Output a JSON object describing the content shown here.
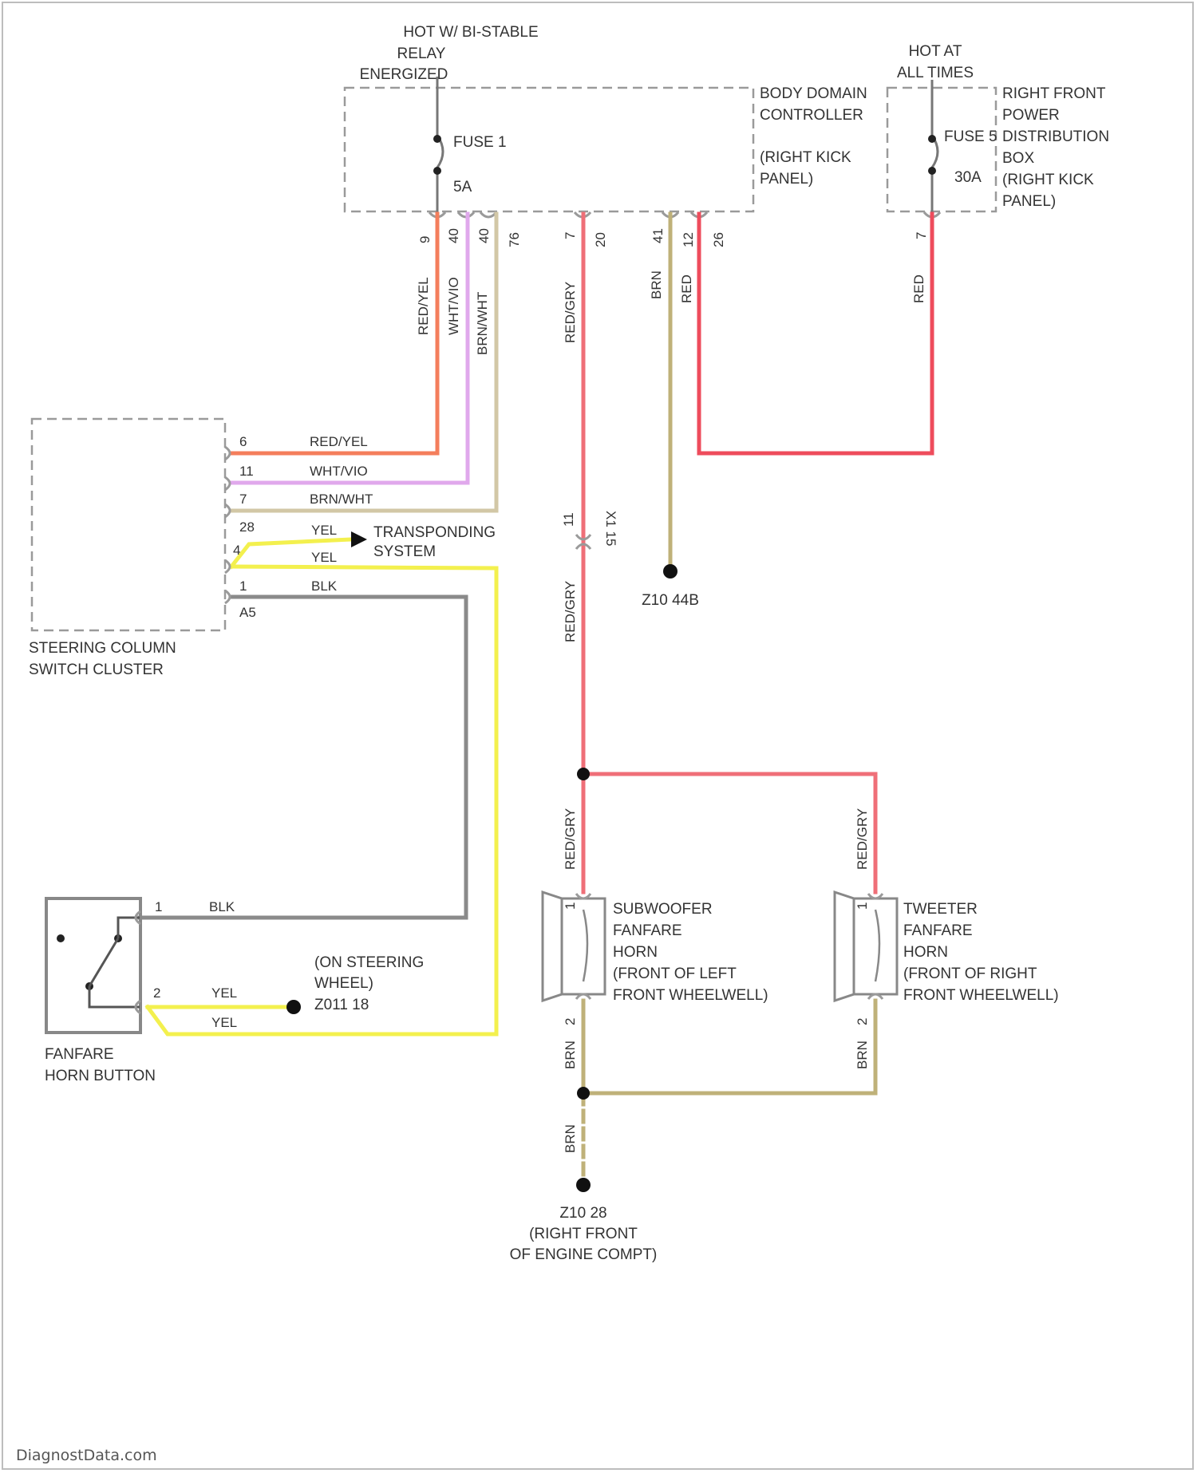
{
  "colors": {
    "red_yel": "#f47e5c",
    "wht_vio": "#e0a8ec",
    "brn_wht": "#d2c7a6",
    "red_gry": "#ef6f78",
    "red": "#ee4c5c",
    "brn": "#bfb179",
    "yel": "#f3f04e",
    "blk": "#8a8a8a"
  },
  "labels": {
    "hot_bistable": [
      "HOT W/ BI-STABLE",
      "RELAY",
      "ENERGIZED"
    ],
    "hot_all_times": [
      "HOT AT",
      "ALL TIMES"
    ],
    "bdc": [
      "BODY DOMAIN",
      "CONTROLLER",
      "",
      "(RIGHT KICK",
      "PANEL)"
    ],
    "rfpdb": [
      "RIGHT FRONT",
      "POWER",
      "DISTRIBUTION",
      "BOX",
      "(RIGHT KICK",
      "PANEL)"
    ],
    "fuse1_name": "FUSE 1",
    "fuse1_rating": "5A",
    "fuse5_name": "FUSE 5",
    "fuse5_rating": "30A",
    "scsc": [
      "STEERING COLUMN",
      "SWITCH CLUSTER"
    ],
    "transponder": [
      "TRANSPONDING",
      "SYSTEM"
    ],
    "z10_44b": "Z10 44B",
    "on_steering": [
      "(ON STEERING",
      "WHEEL)",
      "Z011 18"
    ],
    "horn_button": [
      "FANFARE",
      "HORN BUTTON"
    ],
    "sub_horn": [
      "SUBWOOFER",
      "FANFARE",
      "HORN",
      "(FRONT OF LEFT",
      "FRONT WHEELWELL)"
    ],
    "tweet_horn": [
      "TWEETER",
      "FANFARE",
      "HORN",
      "(FRONT OF RIGHT",
      "FRONT WHEELWELL)"
    ],
    "ground": [
      "Z10 28",
      "(RIGHT FRONT",
      "OF ENGINE COMPT)"
    ],
    "footer": "DiagnostData.com"
  },
  "pins": {
    "bdc": [
      "9",
      "40",
      "40",
      "76",
      "7",
      "20",
      "41",
      "12",
      "26"
    ],
    "pdb": "7",
    "scsc": [
      "6",
      "11",
      "7",
      "28",
      "4",
      "1",
      "1",
      "A5"
    ],
    "inline_top": "X1 15",
    "inline_bot": "11",
    "horn_button": [
      "1",
      "2"
    ],
    "sub_horn": [
      "1",
      "2"
    ],
    "tweet_horn": [
      "1",
      "2"
    ]
  },
  "wire_labels": {
    "bdc_red_yel": "RED/YEL",
    "bdc_wht_vio": "WHT/VIO",
    "bdc_brn_wht": "BRN/WHT",
    "bdc_red_gry": "RED/GRY",
    "bdc_brn": "BRN",
    "bdc_red": "RED",
    "pdb_red": "RED",
    "scsc_red_yel": "RED/YEL",
    "scsc_wht_vio": "WHT/VIO",
    "scsc_brn_wht": "BRN/WHT",
    "scsc_yel_a": "YEL",
    "scsc_yel_b": "YEL",
    "scsc_blk": "BLK",
    "mid_red_gry": "RED/GRY",
    "sub_red_gry": "RED/GRY",
    "tweet_red_gry": "RED/GRY",
    "hb_blk": "BLK",
    "hb_yel_a": "YEL",
    "hb_yel_b": "YEL",
    "sub_brn": "BRN",
    "tweet_brn": "BRN",
    "gnd_brn": "BRN"
  }
}
